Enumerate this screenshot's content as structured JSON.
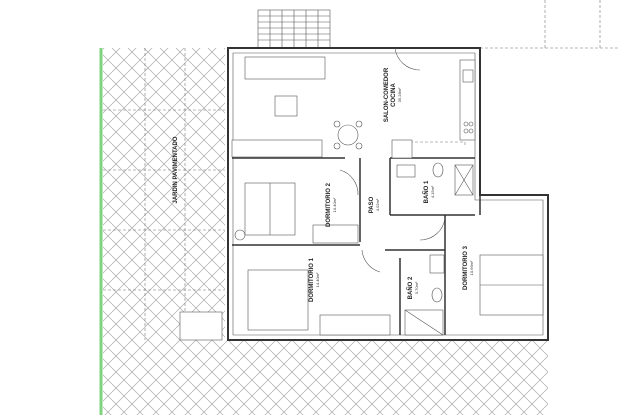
{
  "rooms": {
    "salon": {
      "name": "SALON-COMEDOR",
      "sub": "COCINA",
      "area": "35.28m²"
    },
    "dormitorio2": {
      "name": "DORMITORIO 2",
      "area": "10.40m²"
    },
    "paso": {
      "name": "PASO",
      "area": "4.02m²"
    },
    "bano1": {
      "name": "BAÑO 1",
      "area": "4.15m²"
    },
    "dormitorio1": {
      "name": "DORMITORIO 1",
      "area": "14.40m²"
    },
    "bano2": {
      "name": "BAÑO 2",
      "area": "3.70m²"
    },
    "dormitorio3": {
      "name": "DORMITORIO 3",
      "area": "10.66m²"
    },
    "jardin": {
      "name": "JARDIN PAVIMENTADO"
    }
  },
  "colors": {
    "boundary": "#7fd37f",
    "walls": "#333333",
    "paving": "#bbbbbb"
  }
}
